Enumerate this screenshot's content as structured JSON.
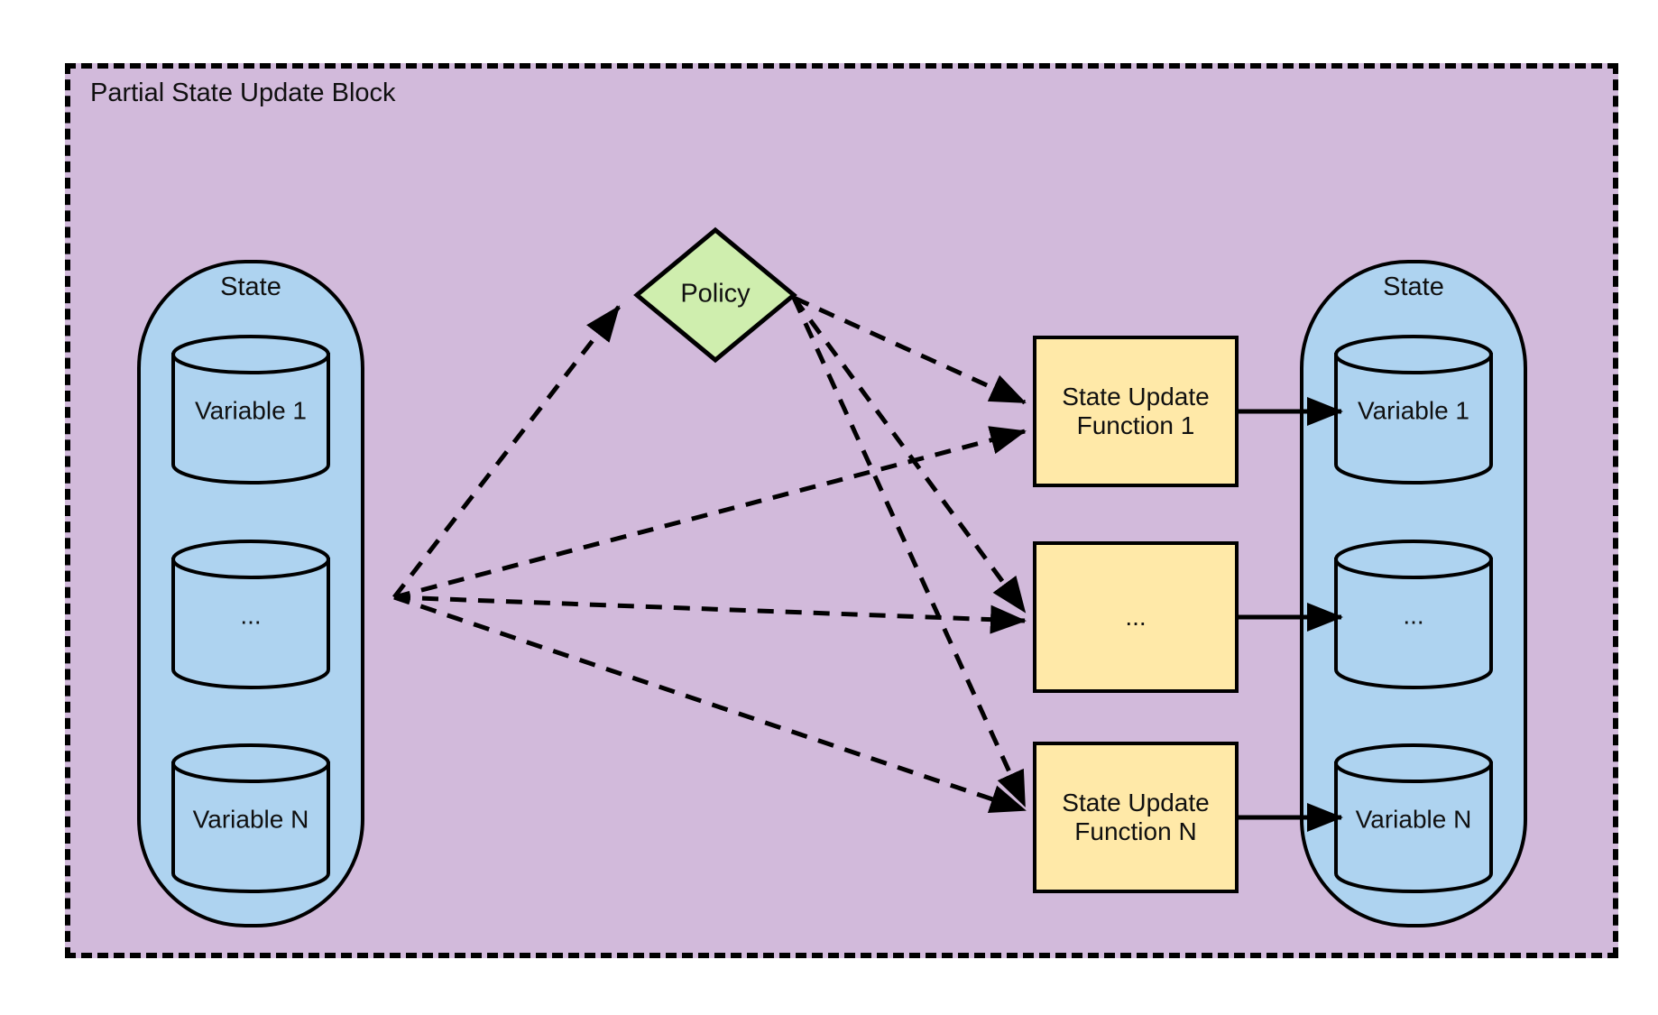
{
  "diagram": {
    "title": "Partial State Update Block",
    "colors": {
      "block_background": "#d2badb",
      "block_border": "#000000",
      "state_fill": "#aed3f0",
      "policy_fill": "#cfeeae",
      "function_fill": "#ffe9a8",
      "stroke": "#000000",
      "text": "#101010"
    }
  },
  "input_state": {
    "label": "State",
    "variables": [
      {
        "label": "Variable\n1"
      },
      {
        "label": "..."
      },
      {
        "label": "Variable\nN"
      }
    ]
  },
  "policy": {
    "label": "Policy"
  },
  "update_functions": [
    {
      "label": "State Update\nFunction 1"
    },
    {
      "label": "..."
    },
    {
      "label": "State Update\nFunction N"
    }
  ],
  "output_state": {
    "label": "State",
    "variables": [
      {
        "label": "Variable\n1"
      },
      {
        "label": "..."
      },
      {
        "label": "Variable\nN"
      }
    ]
  },
  "edges": {
    "state_to_policy": {
      "style": "dashed",
      "arrowhead": "filled"
    },
    "state_to_functions": {
      "style": "dashed",
      "arrowhead": "filled",
      "count": 3
    },
    "policy_to_functions": {
      "style": "dashed",
      "arrowhead": "filled",
      "count": 3
    },
    "functions_to_state": {
      "style": "solid",
      "arrowhead": "filled",
      "count": 3
    }
  }
}
